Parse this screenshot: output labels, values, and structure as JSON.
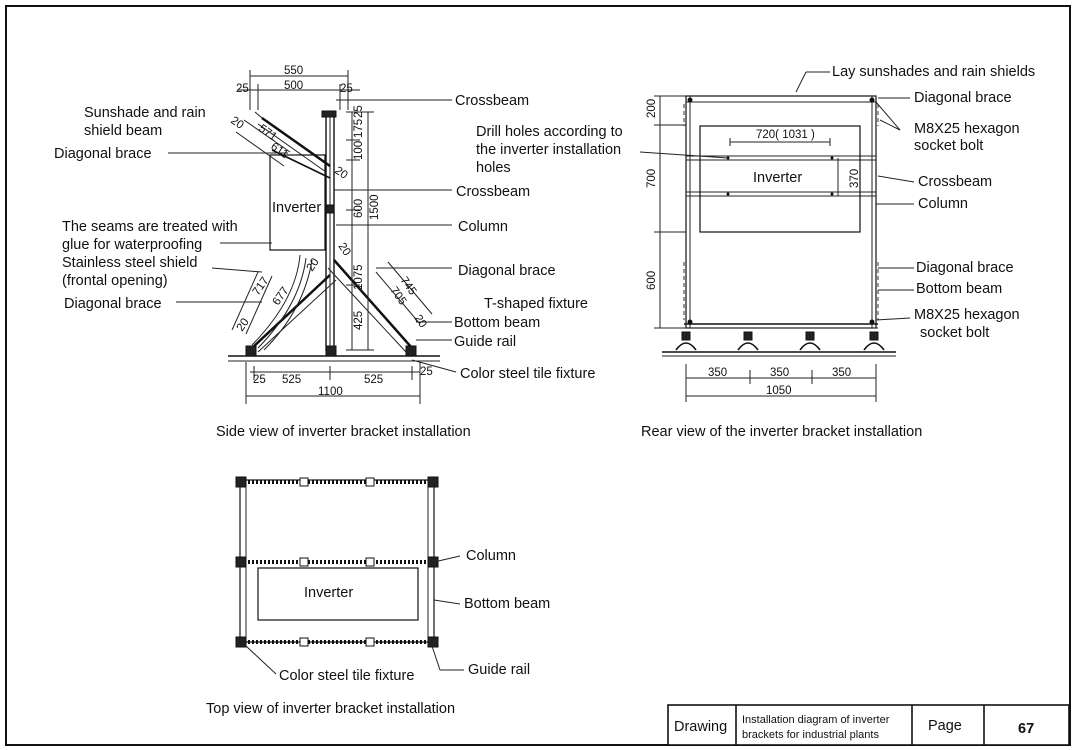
{
  "side_view": {
    "caption": "Side view of inverter bracket installation",
    "inverter_label": "Inverter",
    "labels": {
      "crossbeam_top": "Crossbeam",
      "sunshade_line1": "Sunshade and rain",
      "sunshade_line2": "shield beam",
      "diagonal_brace_top": "Diagonal brace",
      "crossbeam_mid": "Crossbeam",
      "seams_line1": "The seams are treated with",
      "seams_line2": "glue for waterproofing",
      "column": "Column",
      "stainless_line1": "Stainless steel shield",
      "stainless_line2": "(frontal opening)",
      "diagonal_brace_right": "Diagonal brace",
      "diagonal_brace_left": "Diagonal brace",
      "t_fixture": "T-shaped fixture",
      "bottom_beam": "Bottom beam",
      "guide_rail": "Guide rail",
      "color_tile": "Color steel tile fixture"
    },
    "dims": {
      "d550": "550",
      "d500": "500",
      "d25a": "25",
      "d25b": "25",
      "d25c": "25",
      "d20a": "20",
      "d571": "571",
      "d611": "611",
      "d175": "175",
      "d100": "100",
      "d20b": "20",
      "d600": "600",
      "d1500": "1500",
      "d1075": "1075",
      "d20c": "20",
      "d20d": "20",
      "d717": "717",
      "d677": "677",
      "d745": "745",
      "d705": "705",
      "d425": "425",
      "d20e": "20",
      "d20f": "20",
      "d25d": "25",
      "d525a": "525",
      "d525b": "525",
      "d25e": "25",
      "d1100": "1100"
    }
  },
  "rear_view": {
    "caption": "Rear view of the inverter bracket installation",
    "inverter_label": "Inverter",
    "labels": {
      "lay_sunshades": "Lay sunshades and rain shields",
      "diagonal_brace_top": "Diagonal brace",
      "bolt_top_line1": "M8X25 hexagon",
      "bolt_top_line2": "socket bolt",
      "drill_line1": "Drill holes according to",
      "drill_line2": "the inverter installation",
      "drill_line3": "holes",
      "crossbeam": "Crossbeam",
      "column": "Column",
      "diagonal_brace_bottom": "Diagonal brace",
      "bottom_beam": "Bottom beam",
      "bolt_bottom_line1": "M8X25 hexagon",
      "bolt_bottom_line2": "socket bolt"
    },
    "dims": {
      "d200": "200",
      "d700": "700",
      "d600": "600",
      "d720": "720( 1031 )",
      "d370": "370",
      "d350a": "350",
      "d350b": "350",
      "d350c": "350",
      "d1050": "1050"
    }
  },
  "top_view": {
    "caption": "Top view of inverter bracket installation",
    "inverter_label": "Inverter",
    "labels": {
      "column": "Column",
      "bottom_beam": "Bottom beam",
      "color_tile": "Color steel tile fixture",
      "guide_rail": "Guide rail"
    }
  },
  "title_block": {
    "drawing_label": "Drawing",
    "description_line1": "Installation diagram of inverter",
    "description_line2": "brackets for industrial plants",
    "page_label": "Page",
    "page_number": "67"
  }
}
